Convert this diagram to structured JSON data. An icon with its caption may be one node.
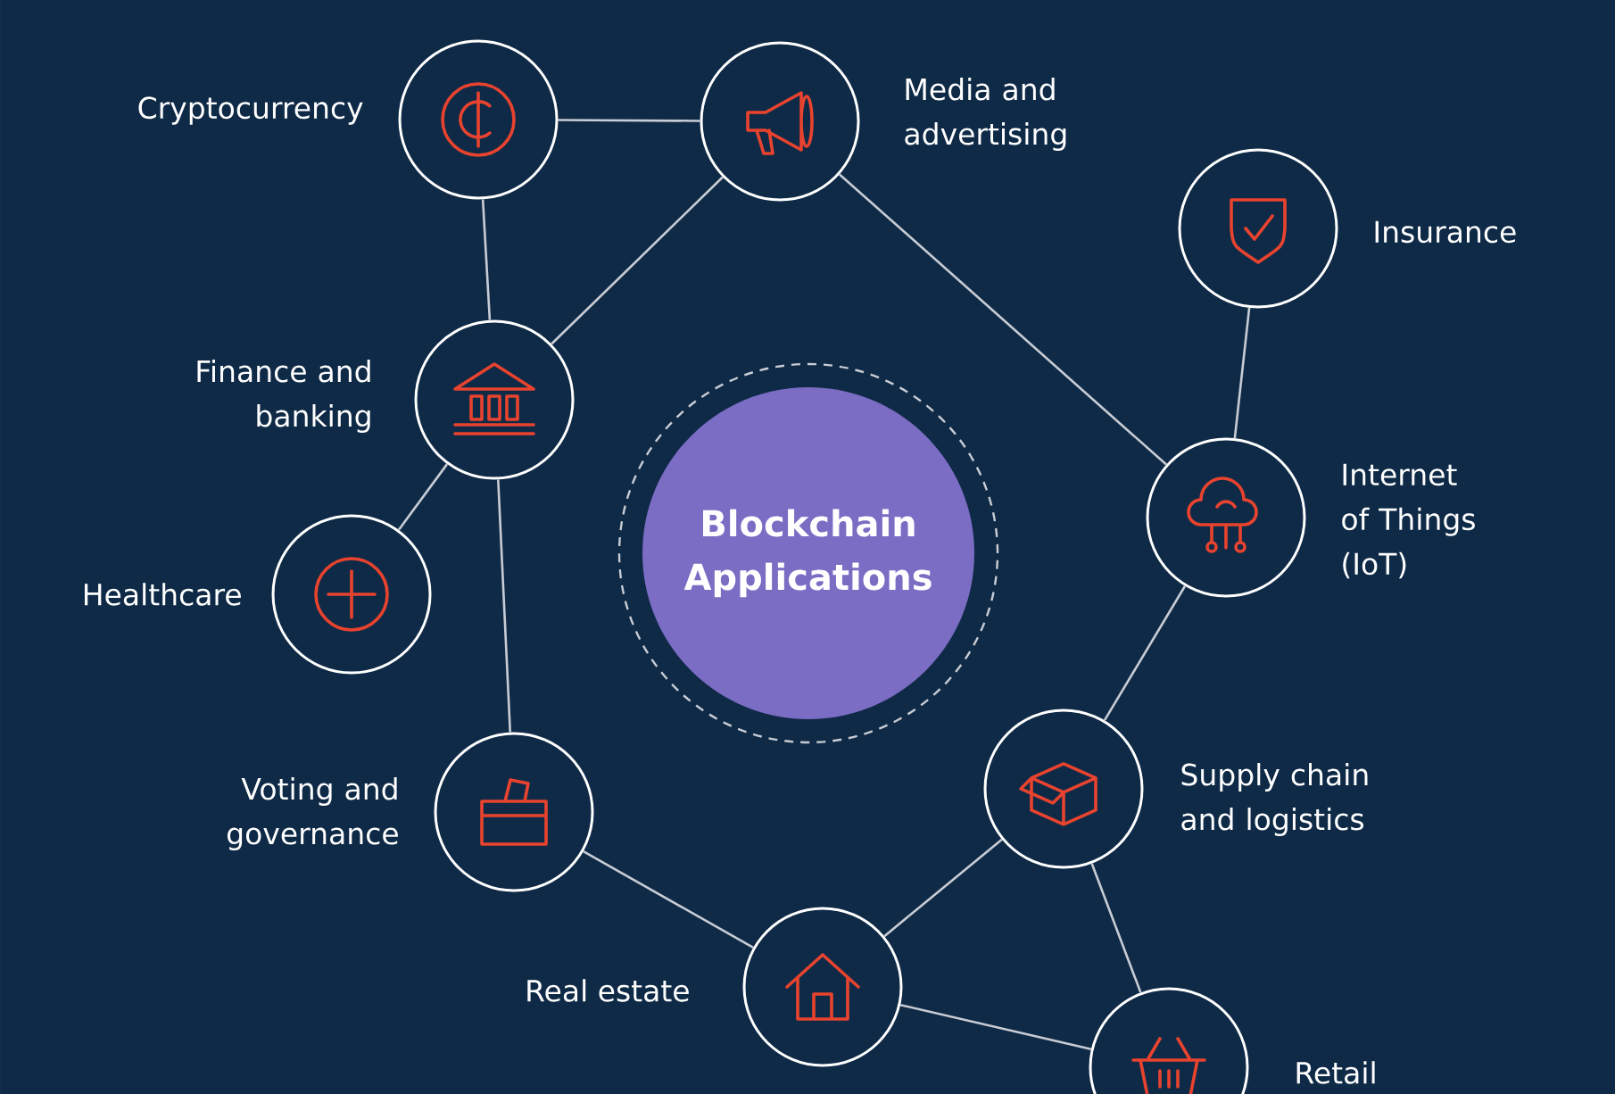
{
  "diagram": {
    "nodes": [
      {
        "text": [],
        "shape": "circle",
        "beside": [
          "Cryptocurrency"
        ]
      },
      {
        "text": [],
        "shape": "circle",
        "beside": [
          "Media and advertising"
        ]
      },
      {
        "text": [],
        "shape": "circle",
        "beside": [
          "Insurance"
        ]
      },
      {
        "text": [],
        "shape": "circle",
        "beside": [
          "Finance and banking"
        ]
      },
      {
        "text": [
          "Blockchain Applications"
        ]
      },
      {
        "text": [],
        "shape": "circle",
        "beside": [
          "Internet of Things (IoT)"
        ]
      },
      {
        "text": [],
        "shape": "circle",
        "beside": [
          "Healthcare"
        ]
      },
      {
        "text": [],
        "shape": "circle",
        "beside": [
          "Voting and governance"
        ]
      },
      {
        "text": [],
        "shape": "circle",
        "beside": [
          "Supply chain and logistics"
        ]
      },
      {
        "text": [],
        "shape": "circle",
        "beside": [
          "Real estate"
        ]
      },
      {
        "text": [],
        "shape": "circle",
        "beside": [
          "Retail"
        ]
      }
    ],
    "edges": [
      {
        "from": 0,
        "to": 1,
        "arrow": "none"
      },
      {
        "from": 0,
        "to": 3,
        "arrow": "none"
      },
      {
        "from": 1,
        "to": 3,
        "arrow": "none"
      },
      {
        "from": 1,
        "to": 5,
        "arrow": "none"
      },
      {
        "from": 2,
        "to": 5,
        "arrow": "none"
      },
      {
        "from": 3,
        "to": 6,
        "arrow": "none"
      },
      {
        "from": 3,
        "to": 7,
        "arrow": "none"
      },
      {
        "from": 5,
        "to": 8,
        "arrow": "none"
      },
      {
        "from": 7,
        "to": 9,
        "arrow": "none"
      },
      {
        "from": 9,
        "to": 8,
        "arrow": "none"
      },
      {
        "from": 9,
        "to": 10,
        "arrow": "none"
      },
      {
        "from": 8,
        "to": 10,
        "arrow": "none"
      }
    ]
  }
}
